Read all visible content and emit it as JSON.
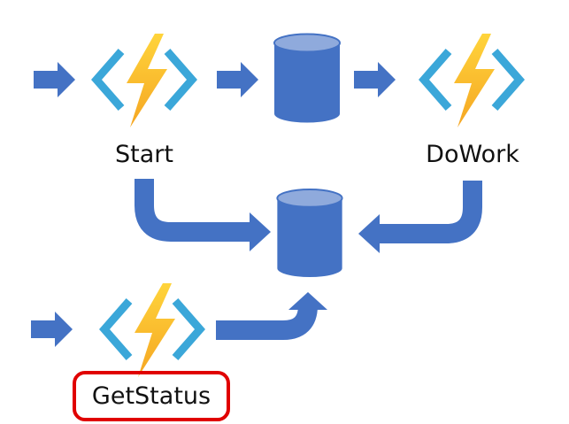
{
  "labels": {
    "start": "Start",
    "dowork": "DoWork",
    "getstatus": "GetStatus"
  },
  "colors": {
    "arrow": "#4472C4",
    "bracket": "#3BA7D9",
    "bolt_top": "#FFD43B",
    "bolt_bottom": "#F5A623",
    "cylinder_body": "#4472C4",
    "cylinder_top": "#8FAADC",
    "highlight_box": "#E00000",
    "text": "#111111"
  },
  "icons": {
    "function": "azure-function-icon",
    "storage": "storage-cylinder-icon"
  }
}
